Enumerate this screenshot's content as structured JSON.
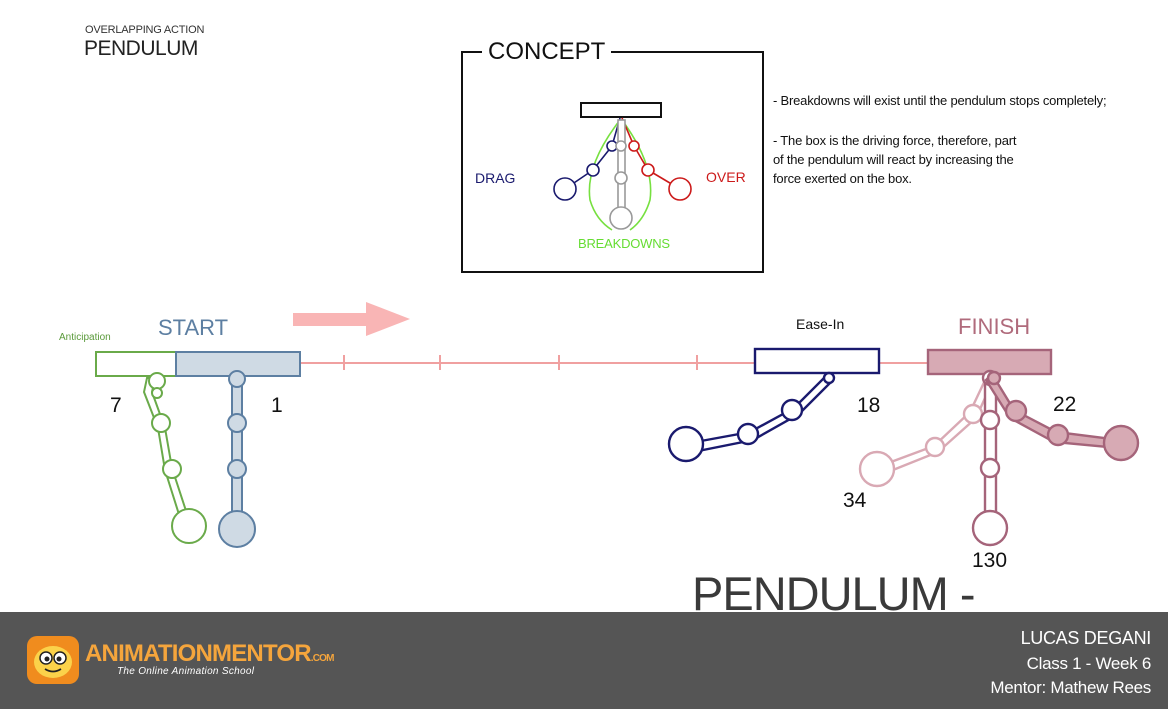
{
  "header": {
    "subtitle": "OVERLAPPING ACTION",
    "title": "PENDULUM"
  },
  "concept": {
    "title": "CONCEPT",
    "labels": {
      "drag": "DRAG",
      "over": "OVER",
      "breakdowns": "BREAKDOWNS"
    },
    "notes": [
      "- Breakdowns will exist until the pendulum stops completely;",
      "- The box is the driving force, therefore, part",
      "of the pendulum will react by increasing the",
      "force exerted on the box."
    ]
  },
  "timeline": {
    "anticipation_label": "Anticipation",
    "start_label": "START",
    "ease_in_label": "Ease-In",
    "finish_label": "FINISH",
    "frames": {
      "f7": "7",
      "f1": "1",
      "f18": "18",
      "f22": "22",
      "f34": "34",
      "f130": "130"
    }
  },
  "main_title": "PENDULUM - PLANNING",
  "footer": {
    "brand_prefix": "ANIMATION",
    "brand_suffix": "MENTOR",
    "brand_domain": ".COM",
    "tagline": "The Online Animation School",
    "author": "LUCAS DEGANI",
    "class_info": "Class 1 - Week 6",
    "mentor": "Mentor: Mathew Rees"
  },
  "colors": {
    "drag": "#1a1a6e",
    "over": "#cc1a1a",
    "breakdowns": "#66dd33",
    "start": "#5d7fa2",
    "anticipation": "#5a9a3a",
    "finish": "#b06b7c",
    "timeline": "#f0a0a0",
    "footer_bg": "#555555",
    "brand": "#f5a53c"
  },
  "icons": {
    "arrow": "arrow-right-icon",
    "logo": "mascot-logo-icon"
  }
}
